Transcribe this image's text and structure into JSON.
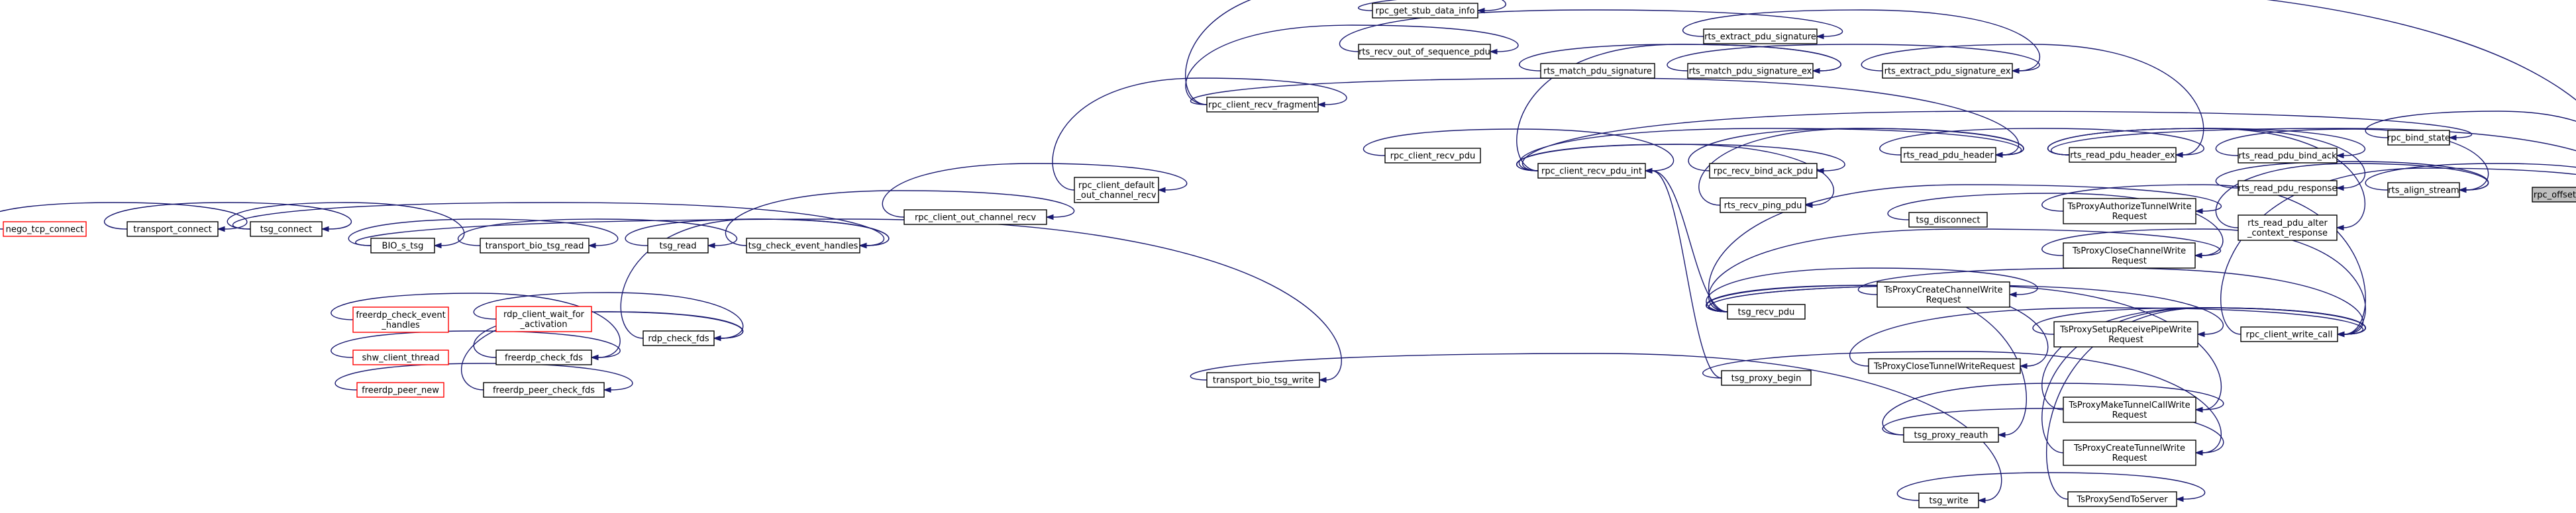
{
  "colors": {
    "edge": "#191970",
    "node_border": "#000000",
    "truncated_node_border": "#ff0000",
    "focus_fill": "#bfbfbf",
    "background": "#ffffff"
  },
  "nodes": [
    {
      "id": "rpc_offset_align",
      "lines": [
        "rpc_offset_align"
      ],
      "style": "focus"
    },
    {
      "id": "rpc_bind_state",
      "lines": [
        "rpc_bind_state"
      ]
    },
    {
      "id": "rts_read_pdu_bind_ack",
      "lines": [
        "rts_read_pdu_bind_ack"
      ]
    },
    {
      "id": "rts_align_stream",
      "lines": [
        "rts_align_stream"
      ]
    },
    {
      "id": "rts_read_pdu_response",
      "lines": [
        "rts_read_pdu_response"
      ]
    },
    {
      "id": "rts_read_pdu_alter_context_response",
      "lines": [
        "rts_read_pdu_alter",
        "_context_response"
      ]
    },
    {
      "id": "rpc_client_write_call",
      "lines": [
        "rpc_client_write_call"
      ]
    },
    {
      "id": "rpc_get_stub_data_info",
      "lines": [
        "rpc_get_stub_data_info"
      ]
    },
    {
      "id": "rts_extract_pdu_signature",
      "lines": [
        "rts_extract_pdu_signature"
      ]
    },
    {
      "id": "rts_recv_out_of_sequence_pdu",
      "lines": [
        "rts_recv_out_of_sequence_pdu"
      ]
    },
    {
      "id": "rts_match_pdu_signature",
      "lines": [
        "rts_match_pdu_signature"
      ]
    },
    {
      "id": "rts_match_pdu_signature_ex",
      "lines": [
        "rts_match_pdu_signature_ex"
      ]
    },
    {
      "id": "rts_extract_pdu_signature_ex",
      "lines": [
        "rts_extract_pdu_signature_ex"
      ]
    },
    {
      "id": "rpc_client_recv_fragment",
      "lines": [
        "rpc_client_recv_fragment"
      ]
    },
    {
      "id": "rpc_client_recv_pdu",
      "lines": [
        "rpc_client_recv_pdu"
      ]
    },
    {
      "id": "rpc_client_recv_pdu_int",
      "lines": [
        "rpc_client_recv_pdu_int"
      ]
    },
    {
      "id": "rpc_recv_bind_ack_pdu",
      "lines": [
        "rpc_recv_bind_ack_pdu"
      ]
    },
    {
      "id": "rts_read_pdu_header",
      "lines": [
        "rts_read_pdu_header"
      ]
    },
    {
      "id": "rts_read_pdu_header_ex",
      "lines": [
        "rts_read_pdu_header_ex"
      ]
    },
    {
      "id": "rts_recv_ping_pdu",
      "lines": [
        "rts_recv_ping_pdu"
      ]
    },
    {
      "id": "rpc_client_default_out_channel_recv",
      "lines": [
        "rpc_client_default",
        "_out_channel_recv"
      ]
    },
    {
      "id": "rpc_client_out_channel_recv",
      "lines": [
        "rpc_client_out_channel_recv"
      ]
    },
    {
      "id": "tsg_check_event_handles",
      "lines": [
        "tsg_check_event_handles"
      ]
    },
    {
      "id": "tsg_read",
      "lines": [
        "tsg_read"
      ]
    },
    {
      "id": "transport_bio_tsg_read",
      "lines": [
        "transport_bio_tsg_read"
      ]
    },
    {
      "id": "BIO_s_tsg",
      "lines": [
        "BIO_s_tsg"
      ]
    },
    {
      "id": "tsg_connect",
      "lines": [
        "tsg_connect"
      ]
    },
    {
      "id": "transport_connect",
      "lines": [
        "transport_connect"
      ]
    },
    {
      "id": "nego_tcp_connect",
      "lines": [
        "nego_tcp_connect"
      ],
      "style": "red"
    },
    {
      "id": "rdp_check_fds",
      "lines": [
        "rdp_check_fds"
      ]
    },
    {
      "id": "freerdp_check_fds",
      "lines": [
        "freerdp_check_fds"
      ]
    },
    {
      "id": "freerdp_check_event_handles",
      "lines": [
        "freerdp_check_event",
        "_handles"
      ],
      "style": "red"
    },
    {
      "id": "rdp_client_wait_for_activation",
      "lines": [
        "rdp_client_wait_for",
        "_activation"
      ],
      "style": "red"
    },
    {
      "id": "shw_client_thread",
      "lines": [
        "shw_client_thread"
      ],
      "style": "red"
    },
    {
      "id": "freerdp_peer_check_fds",
      "lines": [
        "freerdp_peer_check_fds"
      ]
    },
    {
      "id": "freerdp_peer_new",
      "lines": [
        "freerdp_peer_new"
      ],
      "style": "red"
    },
    {
      "id": "transport_bio_tsg_write",
      "lines": [
        "transport_bio_tsg_write"
      ]
    },
    {
      "id": "tsg_write",
      "lines": [
        "tsg_write"
      ]
    },
    {
      "id": "TsProxySendToServer",
      "lines": [
        "TsProxySendToServer"
      ]
    },
    {
      "id": "TsProxyAuthorizeTunnelWriteRequest",
      "lines": [
        "TsProxyAuthorizeTunnelWrite",
        "Request"
      ]
    },
    {
      "id": "tsg_disconnect",
      "lines": [
        "tsg_disconnect"
      ]
    },
    {
      "id": "TsProxyCloseChannelWriteRequest",
      "lines": [
        "TsProxyCloseChannelWrite",
        "Request"
      ]
    },
    {
      "id": "TsProxyCreateChannelWriteRequest",
      "lines": [
        "TsProxyCreateChannelWrite",
        "Request"
      ]
    },
    {
      "id": "TsProxySetupReceivePipeWriteRequest",
      "lines": [
        "TsProxySetupReceivePipeWrite",
        "Request"
      ]
    },
    {
      "id": "TsProxyCloseTunnelWriteRequest",
      "lines": [
        "TsProxyCloseTunnelWriteRequest"
      ]
    },
    {
      "id": "TsProxyMakeTunnelCallWriteRequest",
      "lines": [
        "TsProxyMakeTunnelCallWrite",
        "Request"
      ]
    },
    {
      "id": "TsProxyCreateTunnelWriteRequest",
      "lines": [
        "TsProxyCreateTunnelWrite",
        "Request"
      ]
    },
    {
      "id": "tsg_recv_pdu",
      "lines": [
        "tsg_recv_pdu"
      ]
    },
    {
      "id": "tsg_proxy_begin",
      "lines": [
        "tsg_proxy_begin"
      ]
    },
    {
      "id": "tsg_proxy_reauth",
      "lines": [
        "tsg_proxy_reauth"
      ]
    }
  ],
  "edges": [
    [
      "rpc_bind_state",
      "rpc_offset_align"
    ],
    [
      "rts_align_stream",
      "rpc_offset_align"
    ],
    [
      "rpc_client_write_call",
      "rpc_offset_align"
    ],
    [
      "rpc_get_stub_data_info",
      "rpc_offset_align"
    ],
    [
      "rts_read_pdu_header_ex",
      "rpc_offset_align"
    ],
    [
      "rts_read_pdu_bind_ack",
      "rts_align_stream"
    ],
    [
      "rts_read_pdu_response",
      "rts_align_stream"
    ],
    [
      "rts_read_pdu_alter_context_response",
      "rts_align_stream"
    ],
    [
      "rts_read_pdu_header_ex",
      "rts_read_pdu_bind_ack"
    ],
    [
      "rts_read_pdu_header_ex",
      "rts_read_pdu_response"
    ],
    [
      "rts_read_pdu_header_ex",
      "rts_read_pdu_alter_context_response"
    ],
    [
      "rts_extract_pdu_signature_ex",
      "rts_read_pdu_header_ex"
    ],
    [
      "rts_read_pdu_header",
      "rts_read_pdu_header_ex"
    ],
    [
      "rts_extract_pdu_signature",
      "rts_extract_pdu_signature_ex"
    ],
    [
      "rts_match_pdu_signature_ex",
      "rts_extract_pdu_signature_ex"
    ],
    [
      "rts_recv_out_of_sequence_pdu",
      "rts_extract_pdu_signature"
    ],
    [
      "rts_match_pdu_signature",
      "rts_match_pdu_signature_ex"
    ],
    [
      "rpc_client_recv_pdu_int",
      "rts_match_pdu_signature_ex"
    ],
    [
      "rpc_client_recv_fragment",
      "rpc_get_stub_data_info"
    ],
    [
      "rpc_client_recv_fragment",
      "rts_recv_out_of_sequence_pdu"
    ],
    [
      "rpc_client_recv_fragment",
      "rts_read_pdu_header"
    ],
    [
      "rpc_client_recv_pdu_int",
      "rts_read_pdu_header"
    ],
    [
      "rpc_recv_bind_ack_pdu",
      "rts_read_pdu_header"
    ],
    [
      "rts_recv_ping_pdu",
      "rts_read_pdu_header"
    ],
    [
      "rpc_client_recv_pdu_int",
      "rpc_bind_state"
    ],
    [
      "rpc_client_recv_pdu_int",
      "rpc_recv_bind_ack_pdu"
    ],
    [
      "rpc_client_recv_pdu_int",
      "rts_recv_ping_pdu"
    ],
    [
      "rpc_client_recv_pdu",
      "rpc_client_recv_pdu_int"
    ],
    [
      "tsg_recv_pdu",
      "rpc_client_recv_pdu_int"
    ],
    [
      "tsg_proxy_begin",
      "rpc_client_recv_pdu_int"
    ],
    [
      "rpc_client_default_out_channel_recv",
      "rpc_client_recv_fragment"
    ],
    [
      "rpc_client_out_channel_recv",
      "rpc_client_default_out_channel_recv"
    ],
    [
      "tsg_check_event_handles",
      "rpc_client_out_channel_recv"
    ],
    [
      "tsg_read",
      "tsg_check_event_handles"
    ],
    [
      "tsg_connect",
      "tsg_check_event_handles"
    ],
    [
      "rdp_check_fds",
      "tsg_check_event_handles"
    ],
    [
      "transport_bio_tsg_read",
      "tsg_read"
    ],
    [
      "BIO_s_tsg",
      "transport_bio_tsg_read"
    ],
    [
      "tsg_connect",
      "BIO_s_tsg"
    ],
    [
      "transport_connect",
      "tsg_connect"
    ],
    [
      "nego_tcp_connect",
      "transport_connect"
    ],
    [
      "freerdp_check_fds",
      "rdp_check_fds"
    ],
    [
      "rdp_client_wait_for_activation",
      "rdp_check_fds"
    ],
    [
      "freerdp_peer_check_fds",
      "rdp_check_fds"
    ],
    [
      "freerdp_check_event_handles",
      "freerdp_check_fds"
    ],
    [
      "shw_client_thread",
      "freerdp_check_fds"
    ],
    [
      "freerdp_peer_new",
      "freerdp_peer_check_fds"
    ],
    [
      "BIO_s_tsg",
      "transport_bio_tsg_write"
    ],
    [
      "transport_bio_tsg_write",
      "tsg_write"
    ],
    [
      "tsg_write",
      "TsProxySendToServer"
    ],
    [
      "TsProxySendToServer",
      "rpc_client_write_call"
    ],
    [
      "TsProxyAuthorizeTunnelWriteRequest",
      "rpc_client_write_call"
    ],
    [
      "TsProxyCloseChannelWriteRequest",
      "rpc_client_write_call"
    ],
    [
      "TsProxyCreateChannelWriteRequest",
      "rpc_client_write_call"
    ],
    [
      "TsProxySetupReceivePipeWriteRequest",
      "rpc_client_write_call"
    ],
    [
      "TsProxyCloseTunnelWriteRequest",
      "rpc_client_write_call"
    ],
    [
      "TsProxyMakeTunnelCallWriteRequest",
      "rpc_client_write_call"
    ],
    [
      "TsProxyCreateTunnelWriteRequest",
      "rpc_client_write_call"
    ],
    [
      "tsg_recv_pdu",
      "TsProxyAuthorizeTunnelWriteRequest"
    ],
    [
      "tsg_disconnect",
      "TsProxyCloseChannelWriteRequest"
    ],
    [
      "tsg_recv_pdu",
      "TsProxyCloseChannelWriteRequest"
    ],
    [
      "tsg_recv_pdu",
      "TsProxyCreateChannelWriteRequest"
    ],
    [
      "tsg_recv_pdu",
      "TsProxySetupReceivePipeWriteRequest"
    ],
    [
      "tsg_recv_pdu",
      "TsProxyCloseTunnelWriteRequest"
    ],
    [
      "tsg_recv_pdu",
      "TsProxyMakeTunnelCallWriteRequest"
    ],
    [
      "tsg_proxy_reauth",
      "TsProxyMakeTunnelCallWriteRequest"
    ],
    [
      "tsg_proxy_begin",
      "TsProxyCreateTunnelWriteRequest"
    ],
    [
      "tsg_proxy_reauth",
      "TsProxyCreateTunnelWriteRequest"
    ],
    [
      "tsg_recv_pdu",
      "tsg_proxy_reauth"
    ]
  ]
}
